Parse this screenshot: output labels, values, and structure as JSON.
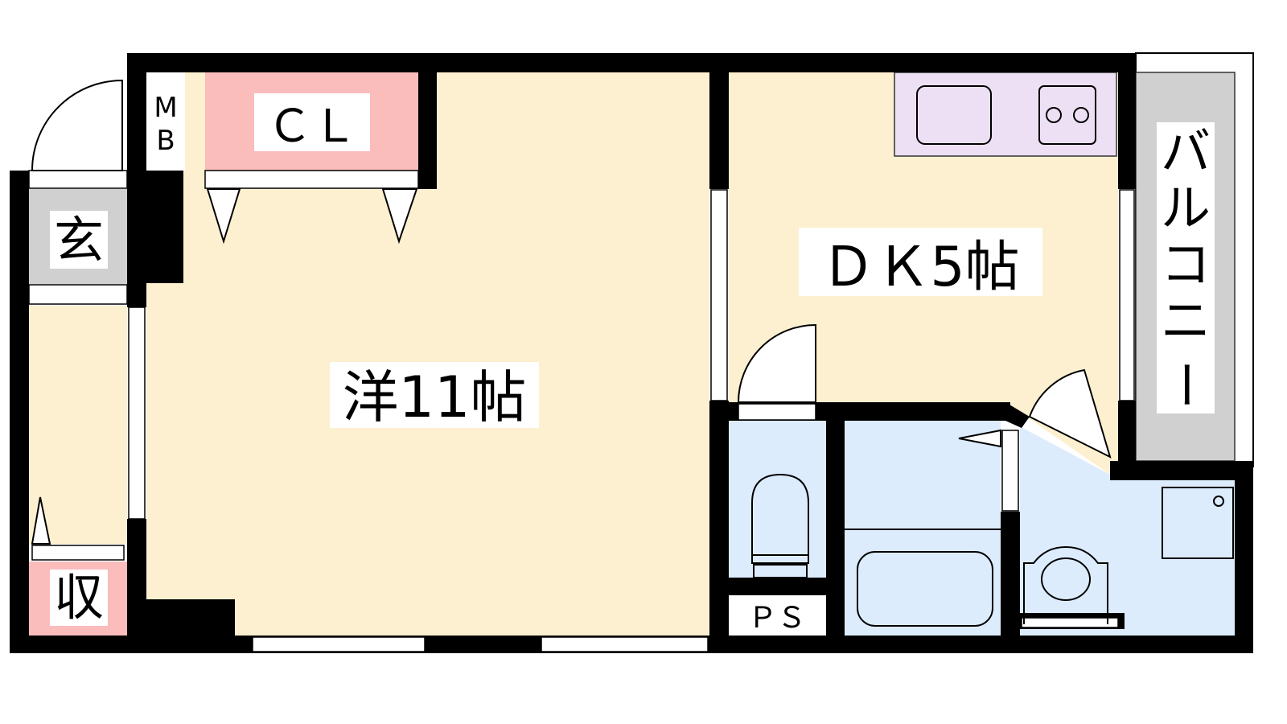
{
  "rooms": {
    "western": "洋11帖",
    "dk": "ＤＫ5帖",
    "closet": "ＣＬ",
    "mb_top": "M",
    "mb_bottom": "B",
    "entrance": "玄",
    "storage": "収",
    "ps": "ＰＳ",
    "balcony": [
      "バ",
      "ル",
      "コ",
      "ニ",
      "ー"
    ]
  },
  "colors": {
    "floor": "#fdf0d0",
    "closet": "#fbbcbc",
    "kitchen": "#ede0f5",
    "wet": "#dcecfd",
    "gray": "#d0d0d0",
    "wall": "#000000"
  }
}
